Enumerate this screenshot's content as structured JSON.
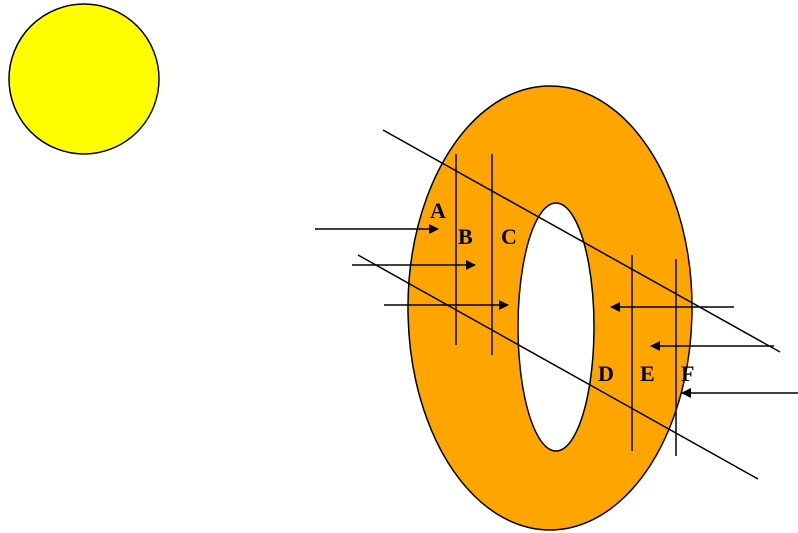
{
  "diagram": {
    "labels": {
      "A": "A",
      "B": "B",
      "C": "C",
      "D": "D",
      "E": "E",
      "F": "F"
    }
  },
  "colors": {
    "sun_fill": "#ffff00",
    "ring_fill": "#ffa500",
    "line": "#000000",
    "background": "#ffffff"
  }
}
